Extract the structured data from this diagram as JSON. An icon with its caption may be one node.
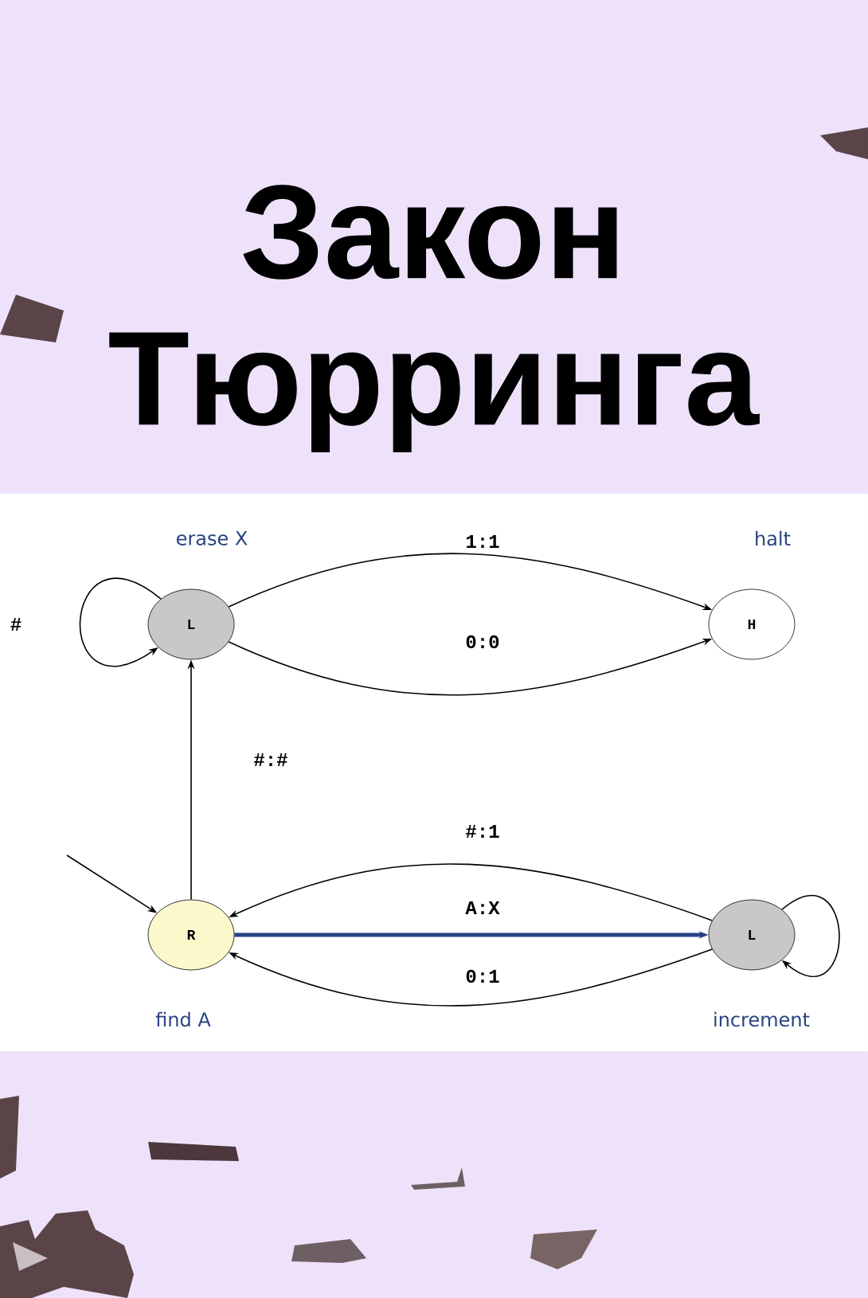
{
  "diagram": {
    "title": "Закон Тюрринга",
    "nodes": [
      {
        "text": [
          "L"
        ],
        "beside": [
          "erase X"
        ]
      },
      {
        "text": [
          "H"
        ],
        "beside": [
          "halt"
        ]
      },
      {
        "text": [
          "R"
        ],
        "beside": [
          "find A"
        ]
      },
      {
        "text": [
          "L"
        ],
        "beside": [
          "increment"
        ]
      }
    ],
    "edges": [
      {
        "from": 0,
        "to": 0,
        "arrow": "to",
        "label": "#"
      },
      {
        "from": 0,
        "to": 1,
        "arrow": "to",
        "label": "1:1"
      },
      {
        "from": 0,
        "to": 1,
        "arrow": "to",
        "label": "0:0"
      },
      {
        "from": 2,
        "to": 0,
        "arrow": "to",
        "label": "#:#"
      },
      {
        "from": null,
        "to": 2,
        "arrow": "to"
      },
      {
        "from": 3,
        "to": 2,
        "arrow": "to",
        "label": "#:1"
      },
      {
        "from": 2,
        "to": 3,
        "arrow": "to",
        "label": "A:X",
        "style": "thick",
        "color": "#2b3f86"
      },
      {
        "from": 3,
        "to": 2,
        "arrow": "to",
        "label": "0:1"
      },
      {
        "from": 3,
        "to": 3,
        "arrow": "to"
      }
    ]
  }
}
